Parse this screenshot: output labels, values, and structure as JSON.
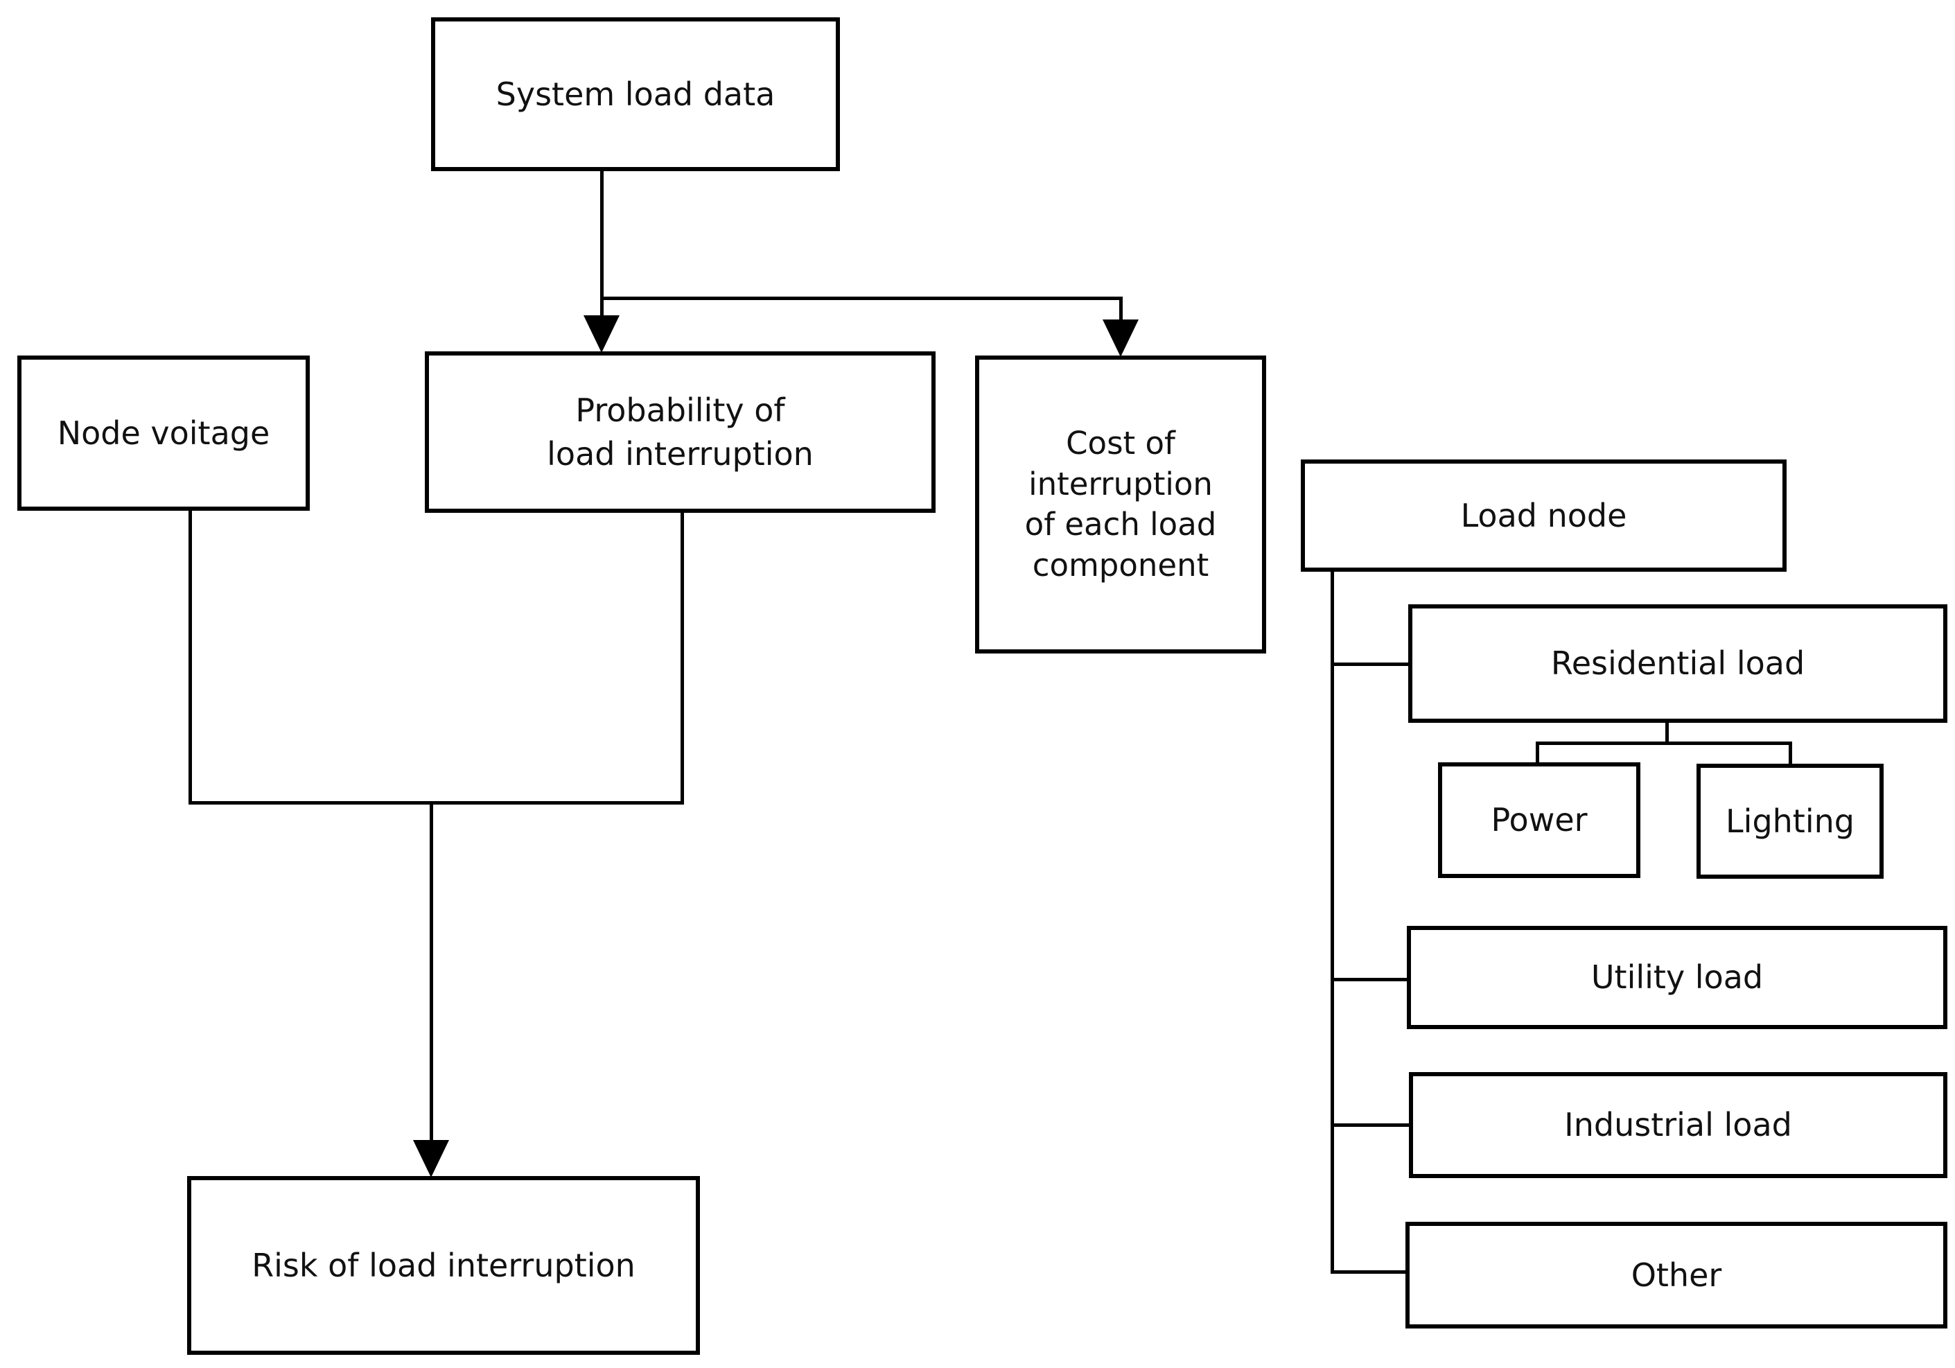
{
  "figure": {
    "type": "flowchart",
    "background_color": "#ffffff",
    "stroke_color": "#000000",
    "nodes": {
      "system_load_data": {
        "label": "System load data"
      },
      "node_voltage": {
        "label": "Node voitage"
      },
      "probability_of_load_interruption": {
        "label": "Probability of\nload interruption"
      },
      "cost_of_interruption": {
        "label": "Cost of\ninterruption\nof each load\ncomponent"
      },
      "risk_of_load_interruption": {
        "label": "Risk of load interruption"
      },
      "load_node": {
        "label": "Load node"
      },
      "residential_load": {
        "label": "Residential load"
      },
      "power": {
        "label": "Power"
      },
      "lighting": {
        "label": "Lighting"
      },
      "utility_load": {
        "label": "Utility load"
      },
      "industrial_load": {
        "label": "Industrial load"
      },
      "other": {
        "label": "Other"
      }
    },
    "edges": [
      {
        "from": "system_load_data",
        "to": "probability_of_load_interruption",
        "arrow": true
      },
      {
        "from": "system_load_data",
        "to": "cost_of_interruption",
        "arrow": true
      },
      {
        "from": "node_voltage",
        "to": "risk_of_load_interruption",
        "arrow": true
      },
      {
        "from": "probability_of_load_interruption",
        "to": "risk_of_load_interruption",
        "arrow": true
      },
      {
        "from": "load_node",
        "to": "residential_load",
        "arrow": false
      },
      {
        "from": "residential_load",
        "to": "power",
        "arrow": false
      },
      {
        "from": "residential_load",
        "to": "lighting",
        "arrow": false
      },
      {
        "from": "load_node",
        "to": "utility_load",
        "arrow": false
      },
      {
        "from": "load_node",
        "to": "industrial_load",
        "arrow": false
      },
      {
        "from": "load_node",
        "to": "other",
        "arrow": false
      }
    ]
  }
}
